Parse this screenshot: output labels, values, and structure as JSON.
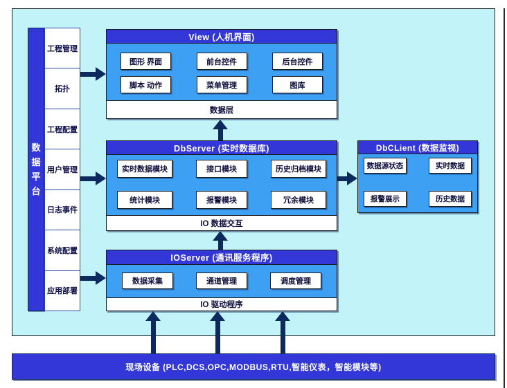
{
  "colors": {
    "panel_bg": "#c2f3f9",
    "header_indigo": "#3437d8",
    "body_blue": "#3da0f2",
    "arrow_navy": "#0d2a5e",
    "module_bg": "#ffffff"
  },
  "sidebar": {
    "platform_label": "数据平台",
    "items": [
      "工程管理",
      "拓扑",
      "工程配置",
      "用户管理",
      "日志事件",
      "系统配置",
      "应用部署"
    ]
  },
  "boxes": {
    "view": {
      "title": "View (人机界面)",
      "modules": [
        "图形 界面",
        "前台控件",
        "后台控件",
        "脚本 动作",
        "菜单管理",
        "图库"
      ],
      "footer": "数据层"
    },
    "dbserver": {
      "title": "DbServer (实时数据库)",
      "modules": [
        "实时数据模块",
        "接口模块",
        "历史归档模块",
        "统计模块",
        "报警模块",
        "冗余模块"
      ],
      "footer": "IO 数据交互"
    },
    "dbclient": {
      "title": "DbCLient (数据监视)",
      "modules": [
        "数据源状态",
        "实时数据",
        "报警展示",
        "历史数据"
      ]
    },
    "ioserver": {
      "title": "IOServer (通讯服务程序)",
      "modules": [
        "数据采集",
        "通道管理",
        "调度管理"
      ],
      "footer": "IO 驱动程序"
    }
  },
  "device_bar": {
    "label": "现场设备 (PLC,DCS,OPC,MODBUS,RTU,智能仪表，智能模块等)"
  }
}
